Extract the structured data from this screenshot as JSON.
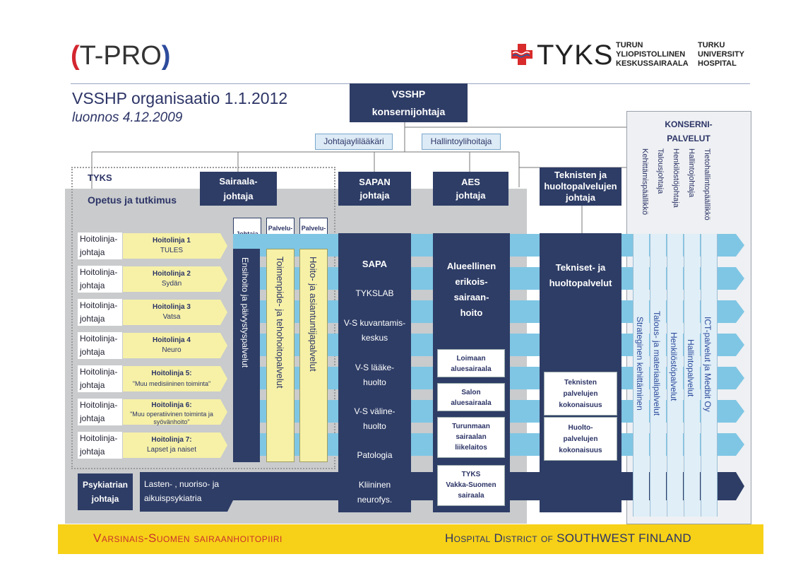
{
  "header": {
    "tpro_logo": {
      "text": "T-PRO",
      "left_mark": "(",
      "right_mark": ")",
      "left_color": "#d32630",
      "right_color": "#2c4b9c"
    },
    "tyks_logo": {
      "text": "TYKS",
      "fi_lines": [
        "TURUN",
        "YLIOPISTOLLINEN",
        "KESKUSSAIRAALA"
      ],
      "en_lines": [
        "TURKU",
        "UNIVERSITY",
        "HOSPITAL"
      ]
    },
    "title": "VSSHP organisaatio 1.1.2012",
    "subtitle": "luonnos 4.12.2009"
  },
  "top": {
    "vsshp_line1": "VSSHP",
    "vsshp_line2": "konsernijohtaja",
    "johtajaylilaakari": "Johtajaylilääkäri",
    "hallintoylihoitaja": "Hallintoylihoitaja"
  },
  "konserni": {
    "title_line1": "KONSERNI-",
    "title_line2": "PALVELUT",
    "leaders": [
      "Tietohallintopäällikkö",
      "Hallintojohtaja",
      "Henkilöstöjohtaja",
      "Talousjohtaja",
      "Kehittämispäällikkö"
    ],
    "services": [
      "ICT-palvelut ja Medbit Oy",
      "Hallintopalvelut",
      "Henkilöstöpalvelut",
      "Talous- ja materiaalipalvelut",
      "Strateginen kehittäminen"
    ]
  },
  "tyks": {
    "label": "TYKS",
    "opetus": "Opetus ja tutkimus",
    "sairaalajohtaja_line1": "Sairaala-",
    "sairaalajohtaja_line2": "johtaja",
    "sub_johtaja": "Johtaja",
    "sub_palvelujohtaja_1": "Palvelu-",
    "sub_palvelujohtaja_2": "johtaja",
    "col_ensihoito": "Ensihoito ja päivystyspalvelut",
    "col_toimenpide": "Toimenpide- ja tehohoitopalvelut",
    "col_hoito": "Hoito- ja asiantuntijapalvelut"
  },
  "hoitolinjat": [
    {
      "johtaja_1": "Hoitolinja-",
      "johtaja_2": "johtaja",
      "title": "Hoitolinja 1",
      "sub": "TULES"
    },
    {
      "johtaja_1": "Hoitolinja-",
      "johtaja_2": "johtaja",
      "title": "Hoitolinja 2",
      "sub": "Sydän"
    },
    {
      "johtaja_1": "Hoitolinja-",
      "johtaja_2": "johtaja",
      "title": "Hoitolinja 3",
      "sub": "Vatsa"
    },
    {
      "johtaja_1": "Hoitolinja-",
      "johtaja_2": "johtaja",
      "title": "Hoitolinja 4",
      "sub": "Neuro"
    },
    {
      "johtaja_1": "Hoitolinja-",
      "johtaja_2": "johtaja",
      "title": "Hoitolinja 5:",
      "sub": "\"Muu medisiininen toiminta\""
    },
    {
      "johtaja_1": "Hoitolinja-",
      "johtaja_2": "johtaja",
      "title": "Hoitolinja 6:",
      "sub": "\"Muu operatiivinen toiminta ja syövänhoito\""
    },
    {
      "johtaja_1": "Hoitolinja-",
      "johtaja_2": "johtaja",
      "title": "Hoitolinja 7:",
      "sub": "Lapset ja naiset"
    }
  ],
  "psyk": {
    "johtaja_1": "Psykiatrian",
    "johtaja_2": "johtaja",
    "arrow_1": "Lasten- , nuoriso- ja",
    "arrow_2": "aikuispsykiatria"
  },
  "sapan": {
    "johtaja_1": "SAPAN",
    "johtaja_2": "johtaja",
    "items": [
      "SAPA",
      "TYKSLAB",
      "V-S kuvantamis-",
      "keskus",
      "V-S lääke-",
      "huolto",
      "V-S väline-",
      "huolto",
      "Patologia",
      "Kliininen",
      "neurofys."
    ]
  },
  "aes": {
    "johtaja_1": "AES",
    "johtaja_2": "johtaja",
    "title_lines": [
      "Alueellinen",
      "erikois-",
      "sairaan-",
      "hoito"
    ],
    "boxes": [
      {
        "l1": "Loimaan",
        "l2": "aluesairaala",
        "l3": ""
      },
      {
        "l1": "Salon",
        "l2": "aluesairaala",
        "l3": ""
      },
      {
        "l1": "Turunmaan",
        "l2": "sairaalan",
        "l3": "liikelaitos"
      },
      {
        "l1": "TYKS",
        "l2": "Vakka-Suomen",
        "l3": "sairaala"
      }
    ]
  },
  "tekniset": {
    "johtaja_lines": [
      "Teknisten ja",
      "huoltopalvelujen",
      "johtaja"
    ],
    "title_lines": [
      "Tekniset- ja",
      "huoltopalvelut"
    ],
    "box1": [
      "Teknisten",
      "palvelujen",
      "kokonaisuus"
    ],
    "box2": [
      "Huolto-",
      "palvelujen",
      "kokonaisuus"
    ]
  },
  "footer": {
    "left": "Varsinais-Suomen sairaanhoitopiiri",
    "right": "Hospital District of SOUTHWEST FINLAND",
    "band_color": "#f7d117",
    "left_color": "#c8302e",
    "right_color": "#2c3466"
  }
}
